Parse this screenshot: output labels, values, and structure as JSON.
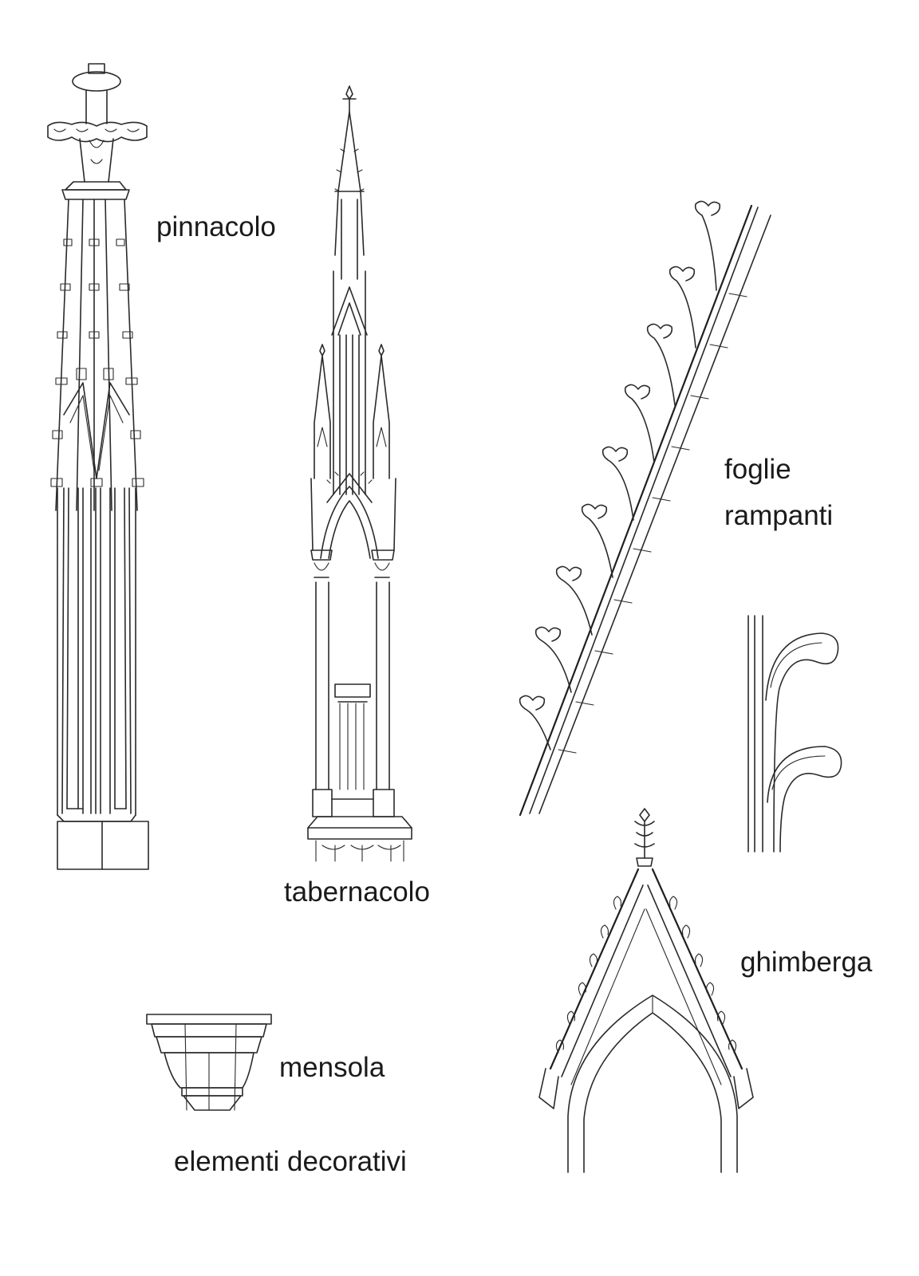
{
  "labels": {
    "pinnacolo": "pinnacolo",
    "tabernacolo": "tabernacolo",
    "foglie_line1": "foglie",
    "foglie_line2": "rampanti",
    "ghimberga": "ghimberga",
    "mensola": "mensola",
    "caption": "elementi decorativi"
  },
  "colors": {
    "ink": "#2a2a2a",
    "paper": "#ffffff"
  }
}
